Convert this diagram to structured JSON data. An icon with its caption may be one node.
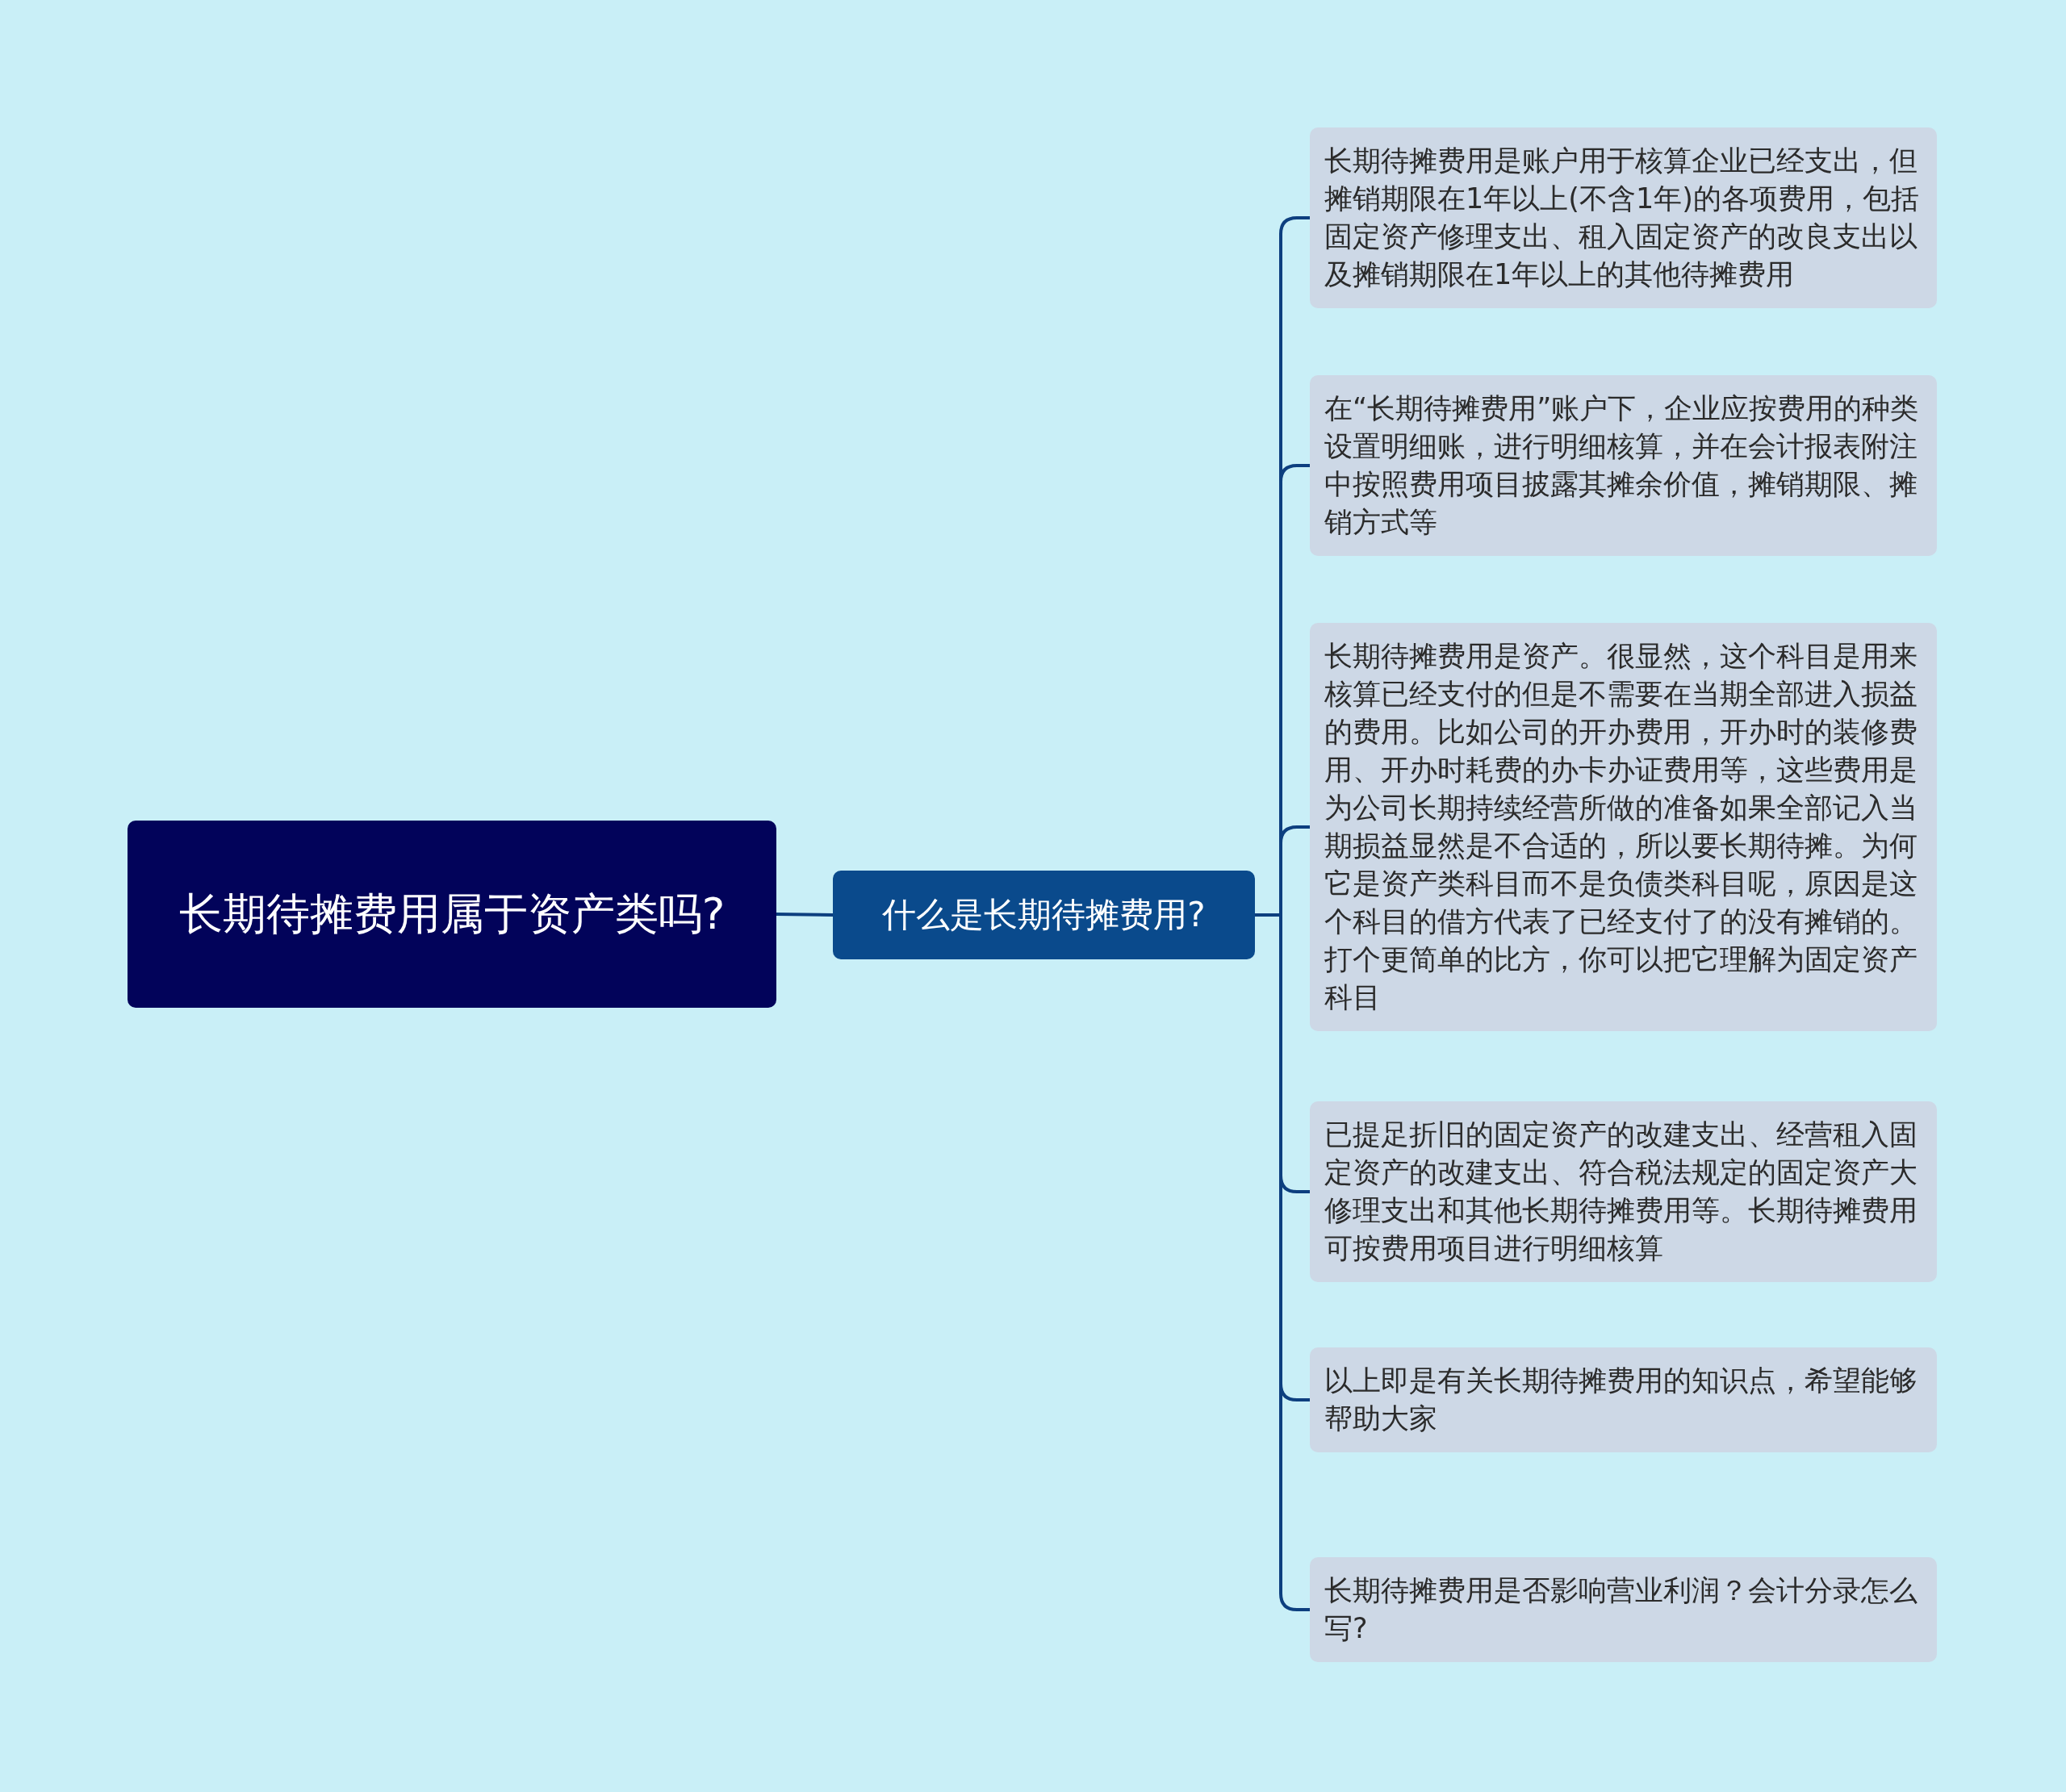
{
  "diagram": {
    "nodes": [
      {
        "text": [
          "长期待摊费用属于资产类吗?"
        ]
      },
      {
        "text": [
          "什么是长期待摊费用?"
        ]
      },
      {
        "text": [
          "长期待摊费用是账户用于核算企业已经支出，但摊销期限在1年以上(不含1年)的各项费用，包括固定资产修理支出、租入固定资产的改良支出以及摊销期限在1年以上的其他待摊费用"
        ]
      },
      {
        "text": [
          "在“长期待摊费用”账户下，企业应按费用的种类设置明细账，进行明细核算，并在会计报表附注中按照费用项目披露其摊余价值，摊销期限、摊销方式等"
        ]
      },
      {
        "text": [
          "长期待摊费用是资产。很显然，这个科目是用来核算已经支付的但是不需要在当期全部进入损益的费用。比如公司的开办费用，开办时的装修费用、开办时耗费的办卡办证费用等，这些费用是为公司长期持续经营所做的准备如果全部记入当期损益显然是不合适的，所以要长期待摊。为何它是资产类科目而不是负债类科目呢，原因是这个科目的借方代表了已经支付了的没有摊销的。打个更简单的比方，你可以把它理解为固定资产科目"
        ]
      },
      {
        "text": [
          "已提足折旧的固定资产的改建支出、经营租入固定资产的改建支出、符合税法规定的固定资产大修理支出和其他长期待摊费用等。长期待摊费用可按费用项目进行明细核算"
        ]
      },
      {
        "text": [
          "以上即是有关长期待摊费用的知识点，希望能够帮助大家"
        ]
      },
      {
        "text": [
          "长期待摊费用是否影响营业利润？会计分录怎么写?"
        ]
      }
    ],
    "edges": [
      {
        "from": 0,
        "to": 1,
        "arrow": "none"
      },
      {
        "from": 1,
        "to": 2,
        "arrow": "none"
      },
      {
        "from": 1,
        "to": 3,
        "arrow": "none"
      },
      {
        "from": 1,
        "to": 4,
        "arrow": "none"
      },
      {
        "from": 1,
        "to": 5,
        "arrow": "none"
      },
      {
        "from": 1,
        "to": 6,
        "arrow": "none"
      },
      {
        "from": 1,
        "to": 7,
        "arrow": "none"
      }
    ]
  }
}
